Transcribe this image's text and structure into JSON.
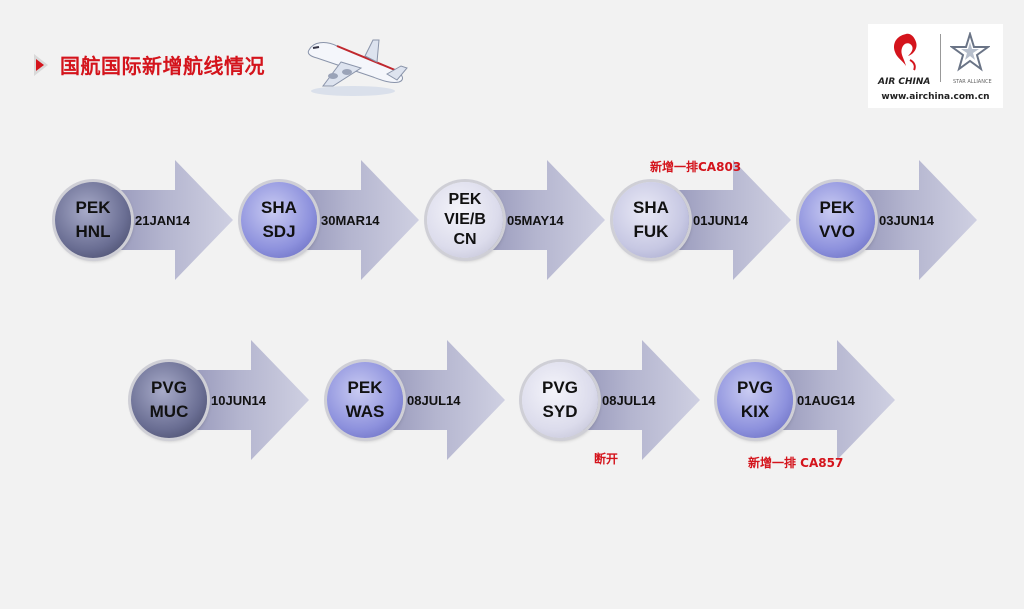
{
  "header": {
    "title": "国航国际新增航线情况"
  },
  "logo": {
    "brand": "AIR CHINA",
    "alliance": "STAR ALLIANCE",
    "url": "www.airchina.com.cn"
  },
  "routes": [
    {
      "line1": "PEK",
      "line2": "HNL",
      "date": "21JAN14"
    },
    {
      "line1": "SHA",
      "line2": "SDJ",
      "date": "30MAR14"
    },
    {
      "line1": "PEK",
      "line2": "VIE/B",
      "line3": "CN",
      "date": "05MAY14"
    },
    {
      "line1": "SHA",
      "line2": "FUK",
      "date": "01JUN14"
    },
    {
      "line1": "PEK",
      "line2": "VVO",
      "date": "03JUN14"
    },
    {
      "line1": "PVG",
      "line2": "MUC",
      "date": "10JUN14"
    },
    {
      "line1": "PEK",
      "line2": "WAS",
      "date": "08JUL14"
    },
    {
      "line1": "PVG",
      "line2": "SYD",
      "date": "08JUL14"
    },
    {
      "line1": "PVG",
      "line2": "KIX",
      "date": "01AUG14"
    }
  ],
  "notes": {
    "fuk": "新增一排CA803",
    "syd": "断开",
    "kix": "新增一排 CA857"
  }
}
